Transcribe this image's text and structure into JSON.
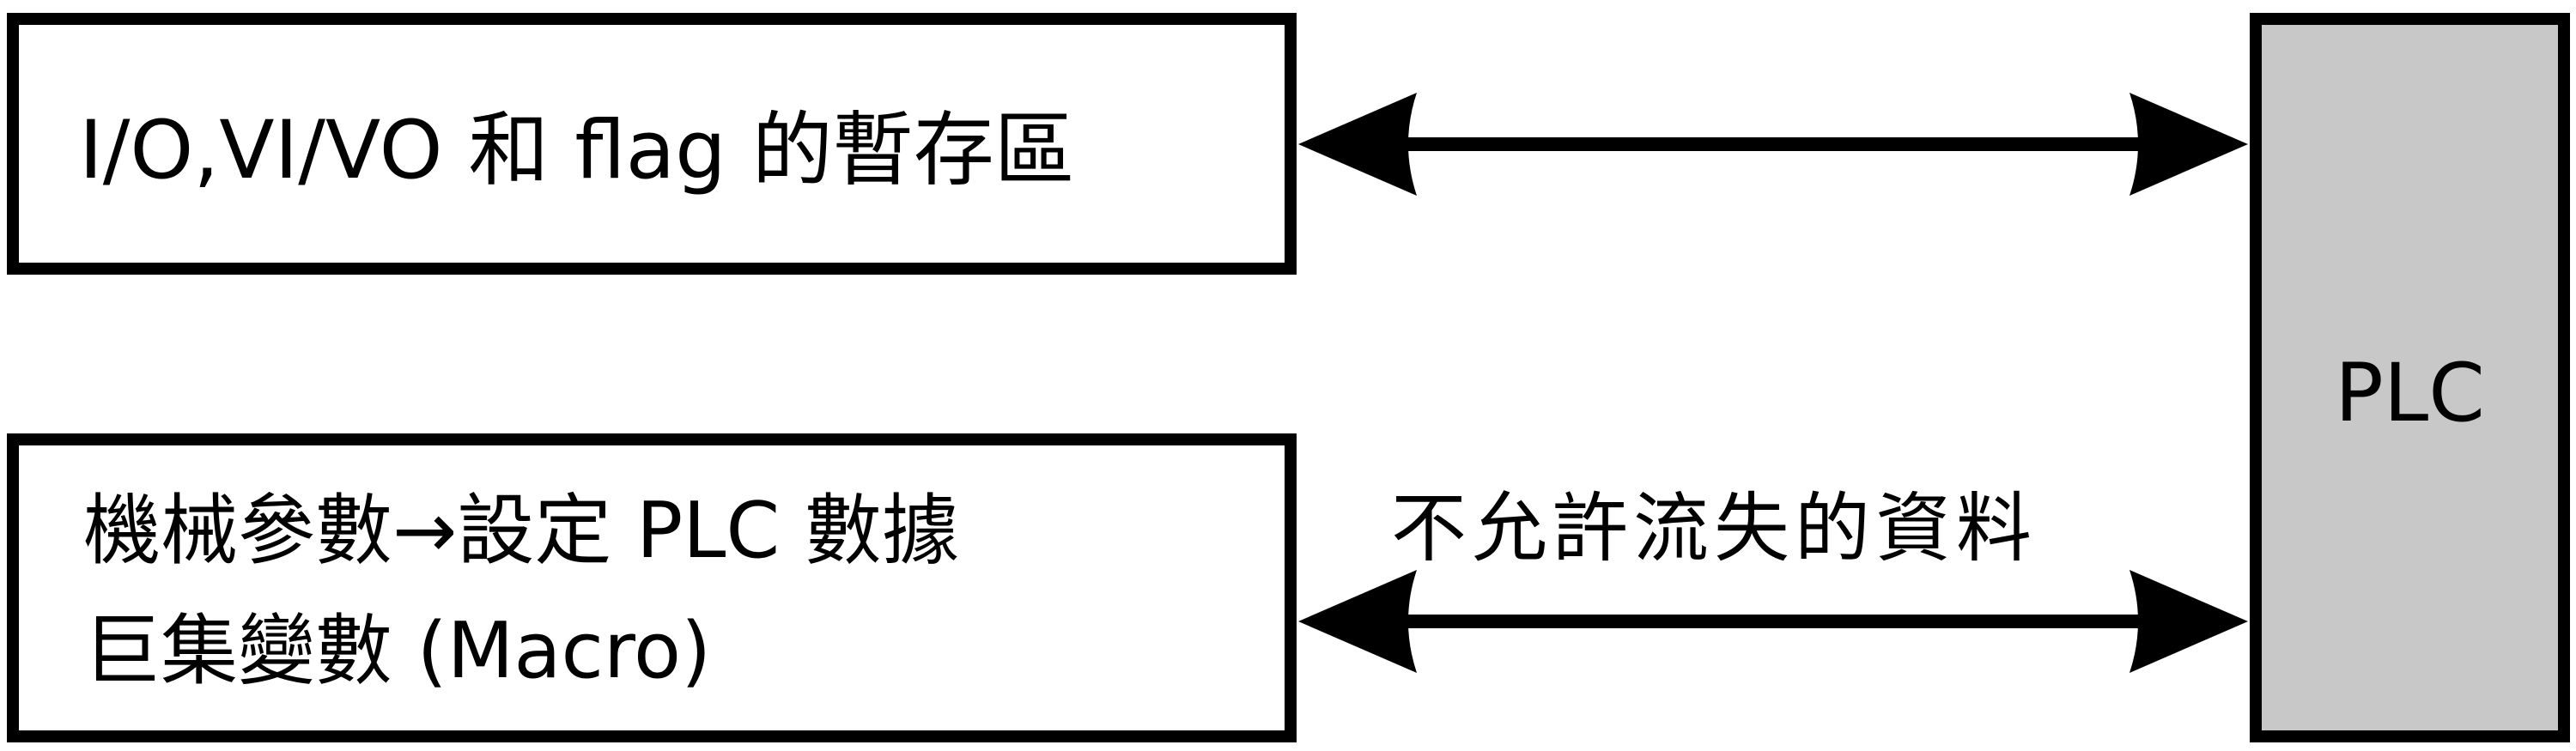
{
  "top_box": {
    "text": "I/O,VI/VO 和 flag 的暫存區"
  },
  "bottom_box": {
    "line1": "機械參數→設定 PLC 數據",
    "line2": "巨集變數 (Macro)"
  },
  "plc_box": {
    "label": "PLC",
    "fill_color": "#c8c8c8"
  },
  "arrow_label": "不允許流失的資料"
}
